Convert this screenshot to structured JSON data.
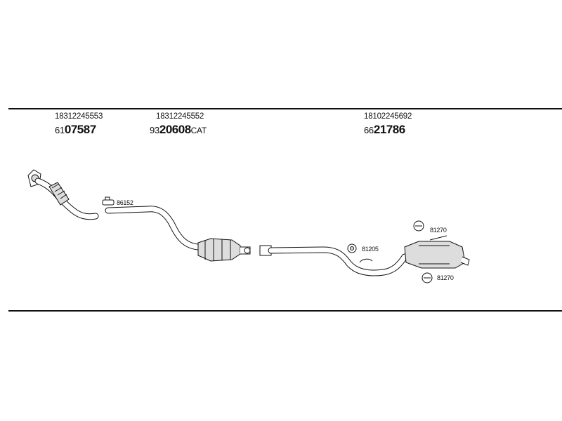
{
  "colors": {
    "line": "#111111",
    "part_fill": "#dddddd",
    "background": "#ffffff"
  },
  "groups": [
    {
      "ref": "18312245553",
      "prefix": "61",
      "bold": "07587",
      "suffix": ""
    },
    {
      "ref": "18312245552",
      "prefix": "93",
      "bold": "20608",
      "suffix": "CAT"
    },
    {
      "ref": "18102245692",
      "prefix": "66",
      "bold": "21786",
      "suffix": ""
    }
  ],
  "components": [
    {
      "label": "86152",
      "icon": "clamp-icon"
    },
    {
      "label": "81205",
      "icon": "rubber-mount-icon"
    },
    {
      "label": "81270",
      "icon": "hanger-icon"
    },
    {
      "label": "81270",
      "icon": "hanger-icon"
    }
  ],
  "parts": [
    {
      "name": "front-pipe",
      "icon": "front-pipe-icon"
    },
    {
      "name": "catalytic-converter",
      "icon": "catalytic-converter-icon"
    },
    {
      "name": "rear-silencer",
      "icon": "rear-silencer-icon"
    }
  ]
}
